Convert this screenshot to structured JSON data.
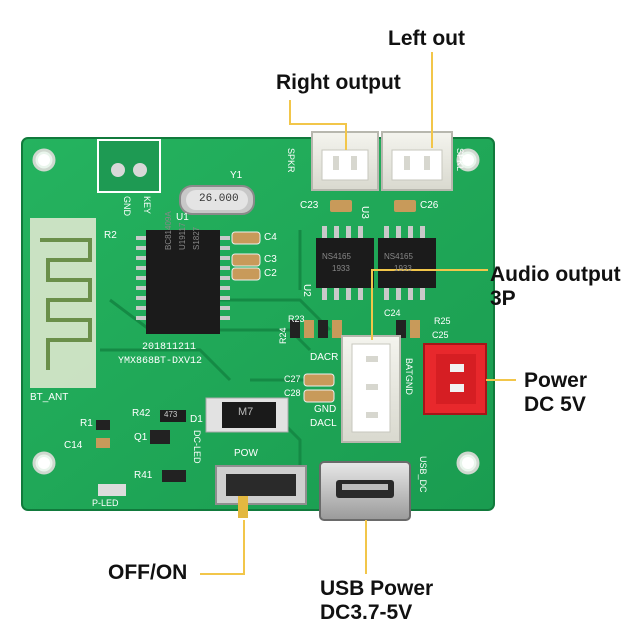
{
  "callouts": {
    "left_out": "Left out",
    "right_output": "Right output",
    "audio_output_line1": "Audio output",
    "audio_output_line2": "3P",
    "power_line1": "Power",
    "power_line2": "DC 5V",
    "off_on": "OFF/ON",
    "usb_power_line1": "USB Power",
    "usb_power_line2": "DC3.7-5V"
  },
  "silkscreen": {
    "spkr": "SPKR",
    "spkl": "SPKL",
    "c23": "C23",
    "c26": "C26",
    "u3": "U3",
    "u2": "U2",
    "u1": "U1",
    "y1": "Y1",
    "crystal": "26.000",
    "key": "KEY",
    "gnd": "GND",
    "r2": "R2",
    "c4": "C4",
    "c3": "C3",
    "c2": "C2",
    "chip_u1_line1": "BC81409A",
    "chip_u1_line2": "U19117",
    "chip_u1_line3": "S1827",
    "chip_u2": "NS4165",
    "chip_u2_code": "1933",
    "chip_u3": "NS4165",
    "chip_u3_code": "1933",
    "date": "201811211",
    "model": "YMX868BT-DXV12",
    "bt_ant": "BT_ANT",
    "r1": "R1",
    "c14": "C14",
    "r42": "R42",
    "r42_value": "473",
    "q1": "Q1",
    "d1": "D1",
    "diode": "M7",
    "dc_led": "DC-LED",
    "pow": "POW",
    "r41": "R41",
    "p_led": "P-LED",
    "usb_dc": "USB_DC",
    "dacr": "DACR",
    "dacl": "DACL",
    "gnd2": "GND",
    "batgnd": "BATGND",
    "r24": "R24",
    "c25": "C25",
    "c24": "C24",
    "r25": "R25",
    "r23": "R23",
    "c28": "C28",
    "c27": "C27"
  }
}
